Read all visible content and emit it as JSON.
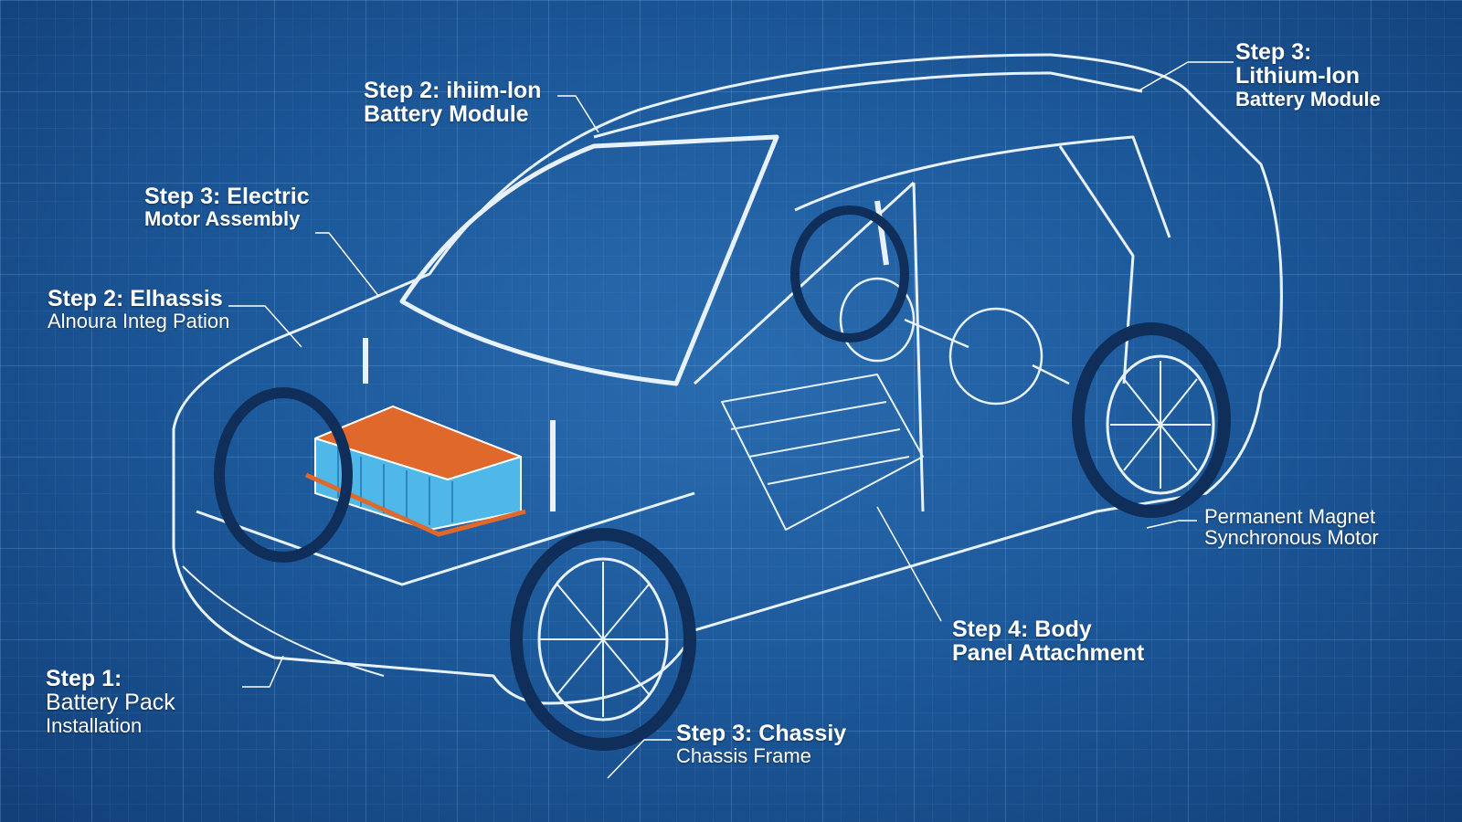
{
  "labels": [
    {
      "id": "lithium-battery-module-top",
      "line1": "Step 2: ihiim-lon",
      "line2": "Battery Module"
    },
    {
      "id": "lithium-ion-battery-module-right",
      "line1": "Step 3:",
      "line2": "Lithium-Ion",
      "line3": "Battery Module"
    },
    {
      "id": "electric-motor-assembly",
      "line1": "Step 3: Electric",
      "line2": "Motor Assembly"
    },
    {
      "id": "chassis-integration",
      "line1": "Step 2: Elhassis",
      "line2": "Alnoura Integ Pation"
    },
    {
      "id": "battery-pack-installation",
      "line1": "Step 1:",
      "line2": "Battery Pack",
      "line3": "Installation"
    },
    {
      "id": "chassis-frame",
      "line1": "Step 3: Chassiy",
      "line2": "Chassis Frame"
    },
    {
      "id": "body-panel-attachment",
      "line1": "Step 4: Body",
      "line2": "Panel Attachment"
    },
    {
      "id": "permanent-magnet-motor",
      "line1": "Permanent Magnet",
      "line2": "Synchronous Motor"
    }
  ],
  "colors": {
    "background": "#1d5a9c",
    "lines": "#e8f2ff",
    "battery_cells": "#4fb8e8",
    "battery_top": "#e0682a"
  }
}
